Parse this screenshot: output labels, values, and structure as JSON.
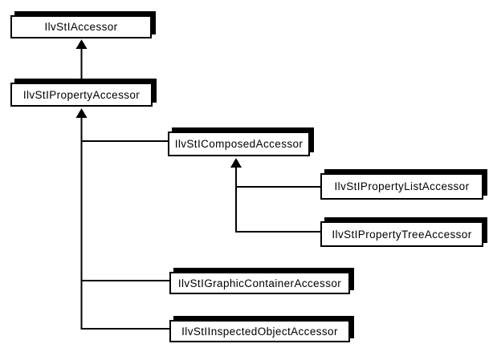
{
  "diagram": {
    "type": "class-inheritance-diagram",
    "nodes": [
      {
        "label": "IlvStIAccessor"
      },
      {
        "label": "IlvStIPropertyAccessor"
      },
      {
        "label": "IlvStIComposedAccessor"
      },
      {
        "label": "IlvStIPropertyListAccessor"
      },
      {
        "label": "IlvStIPropertyTreeAccessor"
      },
      {
        "label": "IlvStIGraphicContainerAccessor"
      },
      {
        "label": "IlvStIInspectedObjectAccessor"
      }
    ],
    "edges": [
      {
        "from": "IlvStIPropertyAccessor",
        "to": "IlvStIAccessor"
      },
      {
        "from": "IlvStIComposedAccessor",
        "to": "IlvStIPropertyAccessor"
      },
      {
        "from": "IlvStIGraphicContainerAccessor",
        "to": "IlvStIPropertyAccessor"
      },
      {
        "from": "IlvStIInspectedObjectAccessor",
        "to": "IlvStIPropertyAccessor"
      },
      {
        "from": "IlvStIPropertyListAccessor",
        "to": "IlvStIComposedAccessor"
      },
      {
        "from": "IlvStIPropertyTreeAccessor",
        "to": "IlvStIComposedAccessor"
      }
    ],
    "colors": {
      "background": "#ffffff",
      "box_fill": "#ffffff",
      "box_border": "#000000",
      "box_shadow": "#000000",
      "line": "#000000"
    }
  }
}
